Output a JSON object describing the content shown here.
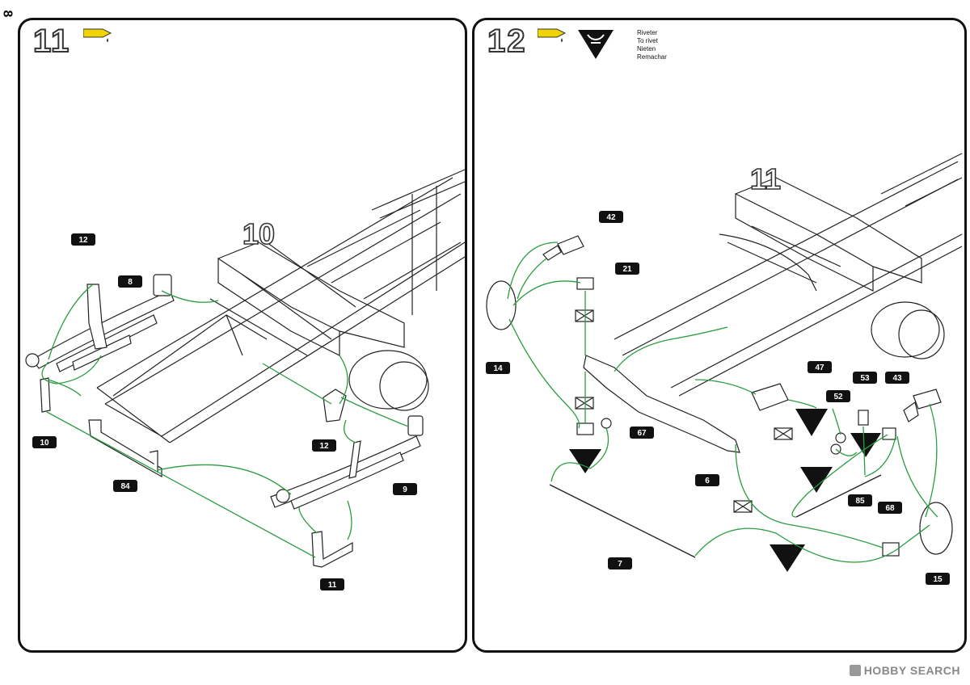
{
  "page": {
    "number": "8"
  },
  "colors": {
    "guide_line": "#2a9d3f",
    "glue": "#f0d400",
    "border": "#111111",
    "tag_bg": "#111111"
  },
  "step11": {
    "title": "11",
    "ref_label": "10",
    "glue_icon": "glue-icon",
    "parts": [
      "12",
      "8",
      "10",
      "84",
      "12",
      "9",
      "11"
    ]
  },
  "step12": {
    "title": "12",
    "ref_label": "11",
    "glue_icon": "glue-icon",
    "rivet_icon": "rivet-icon",
    "rivet_legend": [
      "Riveter",
      "To rivet",
      "Nieten",
      "Remachar"
    ],
    "parts": [
      "42",
      "21",
      "14",
      "47",
      "53",
      "43",
      "52",
      "67",
      "6",
      "85",
      "68",
      "7",
      "15"
    ]
  },
  "watermark": {
    "text": "HOBBY SEARCH"
  }
}
